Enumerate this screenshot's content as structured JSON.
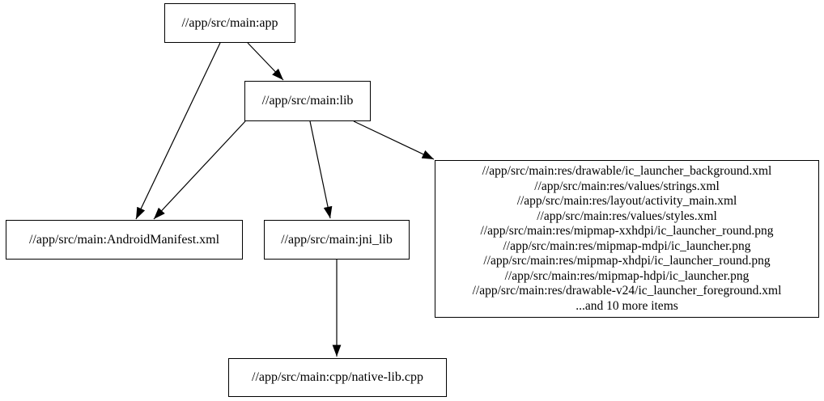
{
  "diagram": {
    "type": "dependency-graph",
    "background_color": "#ffffff",
    "node_border_color": "#000000",
    "edge_color": "#000000",
    "nodes": {
      "app": {
        "label": "//app/src/main:app"
      },
      "lib": {
        "label": "//app/src/main:lib"
      },
      "manifest": {
        "label": "//app/src/main:AndroidManifest.xml"
      },
      "jni_lib": {
        "label": "//app/src/main:jni_lib"
      },
      "native_lib": {
        "label": "//app/src/main:cpp/native-lib.cpp"
      },
      "res_group": {
        "items": [
          "//app/src/main:res/drawable/ic_launcher_background.xml",
          "//app/src/main:res/values/strings.xml",
          "//app/src/main:res/layout/activity_main.xml",
          "//app/src/main:res/values/styles.xml",
          "//app/src/main:res/mipmap-xxhdpi/ic_launcher_round.png",
          "//app/src/main:res/mipmap-mdpi/ic_launcher.png",
          "//app/src/main:res/mipmap-xhdpi/ic_launcher_round.png",
          "//app/src/main:res/mipmap-hdpi/ic_launcher.png",
          "//app/src/main:res/drawable-v24/ic_launcher_foreground.xml",
          "...and 10 more items"
        ]
      }
    },
    "edges": [
      {
        "from": "app",
        "to": "lib"
      },
      {
        "from": "app",
        "to": "manifest"
      },
      {
        "from": "lib",
        "to": "manifest"
      },
      {
        "from": "lib",
        "to": "jni_lib"
      },
      {
        "from": "lib",
        "to": "res_group"
      },
      {
        "from": "jni_lib",
        "to": "native_lib"
      }
    ]
  }
}
